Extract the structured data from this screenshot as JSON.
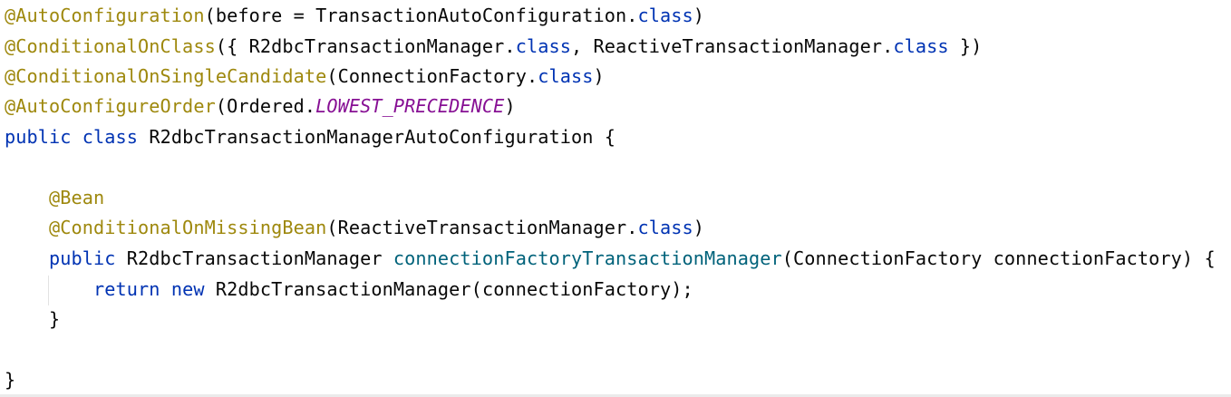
{
  "code_lines": [
    {
      "tokens": [
        {
          "t": "@AutoConfiguration",
          "k": "ann"
        },
        {
          "t": "(before = TransactionAutoConfiguration.",
          "k": "plain"
        },
        {
          "t": "class",
          "k": "kw"
        },
        {
          "t": ")",
          "k": "plain"
        }
      ]
    },
    {
      "tokens": [
        {
          "t": "@ConditionalOnClass",
          "k": "ann"
        },
        {
          "t": "({ R2dbcTransactionManager.",
          "k": "plain"
        },
        {
          "t": "class",
          "k": "kw"
        },
        {
          "t": ", ReactiveTransactionManager.",
          "k": "plain"
        },
        {
          "t": "class",
          "k": "kw"
        },
        {
          "t": " })",
          "k": "plain"
        }
      ]
    },
    {
      "tokens": [
        {
          "t": "@ConditionalOnSingleCandidate",
          "k": "ann"
        },
        {
          "t": "(ConnectionFactory.",
          "k": "plain"
        },
        {
          "t": "class",
          "k": "kw"
        },
        {
          "t": ")",
          "k": "plain"
        }
      ]
    },
    {
      "tokens": [
        {
          "t": "@AutoConfigureOrder",
          "k": "ann"
        },
        {
          "t": "(Ordered.",
          "k": "plain"
        },
        {
          "t": "LOWEST_PRECEDENCE",
          "k": "const"
        },
        {
          "t": ")",
          "k": "plain"
        }
      ]
    },
    {
      "tokens": [
        {
          "t": "public",
          "k": "kw"
        },
        {
          "t": " ",
          "k": "plain"
        },
        {
          "t": "class",
          "k": "kw"
        },
        {
          "t": " R2dbcTransactionManagerAutoConfiguration {",
          "k": "plain"
        }
      ]
    },
    {
      "tokens": []
    },
    {
      "tokens": [
        {
          "t": "    ",
          "k": "plain"
        },
        {
          "t": "@Bean",
          "k": "ann"
        }
      ]
    },
    {
      "tokens": [
        {
          "t": "    ",
          "k": "plain"
        },
        {
          "t": "@ConditionalOnMissingBean",
          "k": "ann"
        },
        {
          "t": "(ReactiveTransactionManager.",
          "k": "plain"
        },
        {
          "t": "class",
          "k": "kw"
        },
        {
          "t": ")",
          "k": "plain"
        }
      ]
    },
    {
      "tokens": [
        {
          "t": "    ",
          "k": "plain"
        },
        {
          "t": "public",
          "k": "kw"
        },
        {
          "t": " R2dbcTransactionManager ",
          "k": "plain"
        },
        {
          "t": "connectionFactoryTransactionManager",
          "k": "method"
        },
        {
          "t": "(ConnectionFactory connectionFactory) {",
          "k": "plain"
        }
      ]
    },
    {
      "tokens": [
        {
          "t": "        ",
          "k": "plain"
        },
        {
          "t": "return",
          "k": "kw"
        },
        {
          "t": " ",
          "k": "plain"
        },
        {
          "t": "new",
          "k": "kw"
        },
        {
          "t": " R2dbcTransactionManager(connectionFactory);",
          "k": "plain"
        }
      ]
    },
    {
      "tokens": [
        {
          "t": "    }",
          "k": "plain"
        }
      ]
    },
    {
      "tokens": []
    },
    {
      "tokens": [
        {
          "t": "}",
          "k": "plain"
        }
      ]
    }
  ],
  "colors": {
    "annotation": "#9e880d",
    "keyword": "#0033b3",
    "constant": "#871094",
    "method": "#00627a",
    "plain": "#080808",
    "background": "#ffffff"
  }
}
